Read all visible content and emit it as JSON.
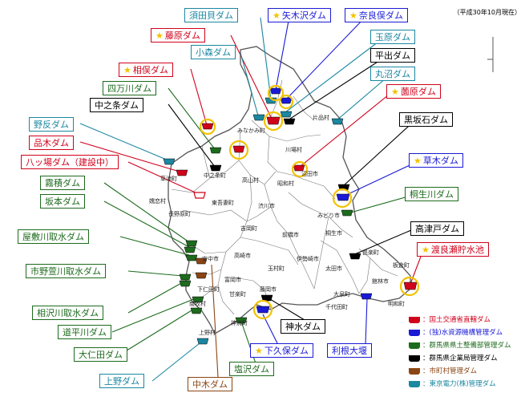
{
  "date_note": "（平成30年10月現在）",
  "colors": {
    "mlit": "#d0021b",
    "water_agency": "#1a1ad6",
    "pref_civil": "#1d6b1d",
    "pref_enterprise": "#000000",
    "municipal": "#8b4513",
    "tepco": "#1b87a0",
    "star": "#f2c200",
    "highlight_ring": "#f2c200"
  },
  "dams": {
    "sudagai": "須田貝ダム",
    "yagisawa": "矢木沢ダム",
    "naramata": "奈良俣ダム",
    "fujiwara": "藤原ダム",
    "tamahara": "玉原ダム",
    "komori": "小森ダム",
    "hiraide": "平出ダム",
    "aimata": "相俣ダム",
    "marunuma": "丸沼ダム",
    "shimantogawa": "四万川ダム",
    "sonohara": "薗原ダム",
    "nakanojo": "中之条ダム",
    "noritori": "野反ダム",
    "kuroiwaishi": "黒坂石ダム",
    "shinaki": "品木ダム",
    "kusaki": "草木ダム",
    "yanba": "八ッ場ダム（建設中）",
    "kiryugawa": "桐生川ダム",
    "kirizumi": "霧積ダム",
    "sakamoto": "坂本ダム",
    "takatsudo": "高津戸ダム",
    "yashikigawa": "屋敷川取水ダム",
    "watarase": "渡良瀬貯水池",
    "ichinosekawa": "市野萱川取水ダム",
    "aizawagawa": "相沢川取水ダム",
    "michihiragawa": "道平川ダム",
    "ojida": "大仁田ダム",
    "ueno": "上野ダム",
    "jinsui": "神水ダム",
    "shimokubo": "下久保ダム",
    "tonedaiseki": "利根大堰",
    "shiozawa": "塩沢ダム",
    "nakagi": "中木ダム"
  },
  "municipalities": {
    "minakami": "みなかみ町",
    "katashina": "片品村",
    "kawaba": "川場村",
    "numata": "沼田市",
    "showa": "昭和村",
    "nakanojo": "中之条町",
    "kusatsu": "草津町",
    "takayama": "高山村",
    "tsumagoi": "嬬恋村",
    "naganohara": "長野原町",
    "higashiagatsuma": "東吾妻町",
    "shibukawa": "渋川市",
    "yoshioka": "吉岡町",
    "midori": "みどり市",
    "maebashi": "前橋市",
    "kiryu": "桐生市",
    "takasaki": "高崎市",
    "tamamura": "玉村町",
    "isesaki": "伊勢崎市",
    "ota": "太田市",
    "oizumi": "大泉町",
    "ora": "邑楽町",
    "itakura": "板倉町",
    "tatebayashi": "館林市",
    "meiwa": "明和町",
    "chiyoda": "千代田町",
    "annaka": "安中市",
    "tomioka": "富岡市",
    "kanra": "甘楽町",
    "shimonita": "下仁田町",
    "fujioka": "藤岡市",
    "nanmoku": "南牧村",
    "kamikawa": "神流町",
    "uenomura": "上野村"
  },
  "legend": {
    "mlit": "：国土交通省直轄ダム",
    "water_agency": "：(独)水資源機構管理ダム",
    "pref_civil": "：群馬県県土整備部管理ダム",
    "pref_enterprise": "：群馬県企業局管理ダム",
    "municipal": "：市町村管理ダム",
    "tepco": "：東京電力(株)管理ダム"
  }
}
